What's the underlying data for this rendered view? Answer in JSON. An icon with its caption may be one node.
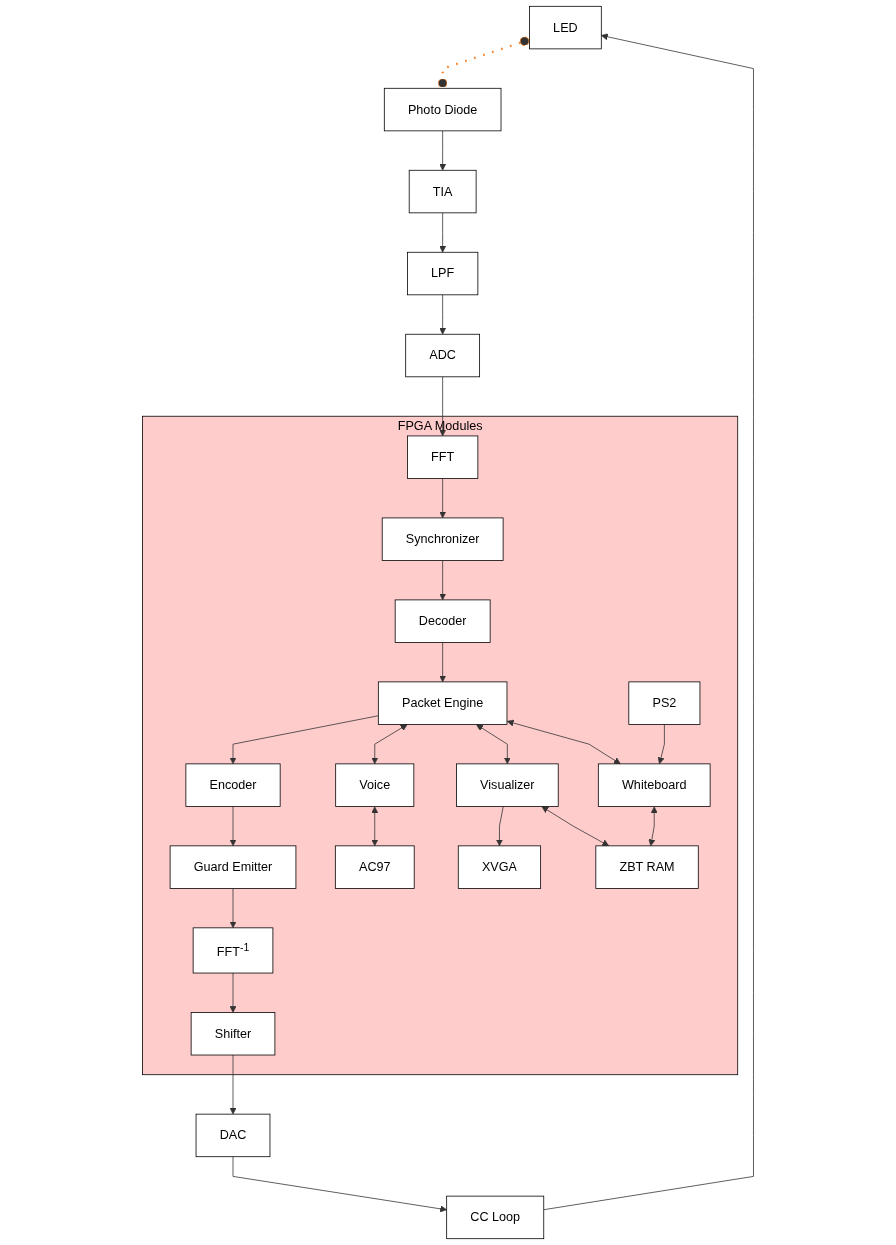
{
  "diagram": {
    "nodes": [
      {
        "text": [
          "LED"
        ]
      },
      {
        "text": [
          "Photo Diode"
        ]
      },
      {
        "text": [
          "DAC"
        ]
      },
      {
        "text": [
          "CC Loop"
        ]
      },
      {
        "text": [
          "TIA"
        ]
      },
      {
        "text": [
          "LPF"
        ]
      },
      {
        "text": [
          "ADC"
        ]
      },
      {
        "text": [
          "FPGA Modules"
        ]
      },
      {
        "text": [
          "Shifter"
        ],
        "in": 7
      },
      {
        "text": [
          "FFT$^{-1}$"
        ],
        "in": 7
      },
      {
        "text": [
          "Guard Emitter"
        ],
        "in": 7
      },
      {
        "text": [
          "Encoder"
        ],
        "in": 7
      },
      {
        "text": [
          "FFT"
        ],
        "in": 7
      },
      {
        "text": [
          "Synchronizer"
        ],
        "in": 7
      },
      {
        "text": [
          "Decoder"
        ],
        "in": 7
      },
      {
        "text": [
          "Packet Engine"
        ],
        "in": 7
      },
      {
        "text": [
          "Voice"
        ],
        "in": 7
      },
      {
        "text": [
          "Visualizer"
        ],
        "in": 7
      },
      {
        "text": [
          "Whiteboard"
        ],
        "in": 7
      },
      {
        "text": [
          "AC97"
        ],
        "in": 7
      },
      {
        "text": [
          "XVGA"
        ],
        "in": 7
      },
      {
        "text": [
          "ZBT RAM"
        ],
        "in": 7
      },
      {
        "text": [
          "PS2"
        ],
        "in": 7
      }
    ],
    "edges": [
      {
        "from": 0,
        "to": 1,
        "arrow": "other",
        "style": "dashed",
        "color": "#f58025"
      },
      {
        "from": 1,
        "to": 4,
        "arrow": "to"
      },
      {
        "from": 2,
        "to": 3,
        "arrow": "to"
      },
      {
        "from": 3,
        "to": 0,
        "arrow": "to"
      },
      {
        "from": 4,
        "to": 5,
        "arrow": "to"
      },
      {
        "from": 5,
        "to": 6,
        "arrow": "to"
      },
      {
        "from": 6,
        "to": 12,
        "arrow": "to"
      },
      {
        "from": 8,
        "to": 2,
        "arrow": "to"
      },
      {
        "from": 9,
        "to": 8,
        "arrow": "to"
      },
      {
        "from": 10,
        "to": 9,
        "arrow": "to"
      },
      {
        "from": 11,
        "to": 10,
        "arrow": "to"
      },
      {
        "from": 12,
        "to": 13,
        "arrow": "to"
      },
      {
        "from": 13,
        "to": 14,
        "arrow": "to"
      },
      {
        "from": 14,
        "to": 15,
        "arrow": "to"
      },
      {
        "from": 15,
        "to": 11,
        "arrow": "to"
      },
      {
        "from": 15,
        "to": 16,
        "arrow": "both"
      },
      {
        "from": 15,
        "to": 17,
        "arrow": "both"
      },
      {
        "from": 15,
        "to": 18,
        "arrow": "both"
      },
      {
        "from": 16,
        "to": 19,
        "arrow": "both"
      },
      {
        "from": 17,
        "to": 20,
        "arrow": "to"
      },
      {
        "from": 17,
        "to": 21,
        "arrow": "both"
      },
      {
        "from": 18,
        "to": 21,
        "arrow": "both"
      },
      {
        "from": 22,
        "to": 18,
        "arrow": "to"
      }
    ]
  }
}
